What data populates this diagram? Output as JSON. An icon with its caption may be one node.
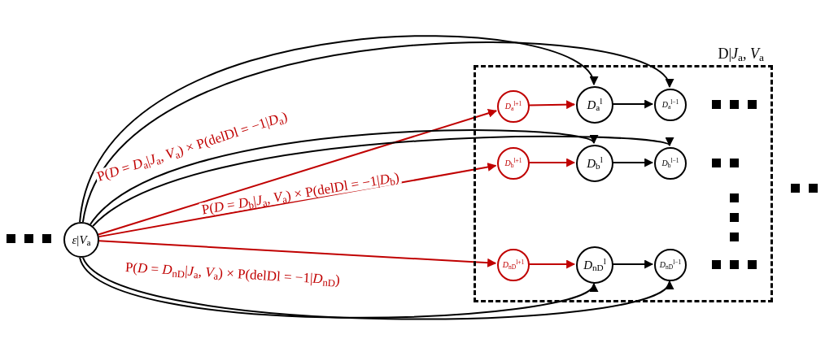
{
  "diagram": {
    "nodes": [
      {
        "text": [
          "D|*J*$_{a}$, *V*$_{a}$"
        ]
      },
      {
        "text": [
          "*ε*|*V*$_{a}$"
        ]
      },
      {
        "text": [
          "*D*$_{a}$$^{l+1}$"
        ],
        "in": 0
      },
      {
        "text": [
          "*D*$_{a}$$^{l}$"
        ],
        "in": 0
      },
      {
        "text": [
          "*D*$_{a}$$^{l−1}$"
        ],
        "in": 0
      },
      {
        "text": [
          "*D*$_{b}$$^{l+1}$"
        ],
        "in": 0
      },
      {
        "text": [
          "*D*$_{b}$$^{l}$"
        ],
        "in": 0
      },
      {
        "text": [
          "*D*$_{b}$$^{l−1}$"
        ],
        "in": 0
      },
      {
        "text": [
          "*D*$_{n}$$_{D}$$^{l+1}$"
        ],
        "in": 0
      },
      {
        "text": [
          "*D*$_{n}$$_{D}$$^{l}$"
        ],
        "in": 0
      },
      {
        "text": [
          "*D*$_{n}$$_{D}$$^{l−1}$"
        ],
        "in": 0
      }
    ],
    "edges": [
      {
        "from": 1,
        "to": 2,
        "arrow": "to",
        "label": "P(*D* = *D*$_{a}$|*J*$_{a}$, *V*$_{a}$) × P(delDl = −1|*D*$_{a}$)",
        "color": "#c00000"
      },
      {
        "from": 1,
        "to": 5,
        "arrow": "to",
        "label": "P(*D* = *D*$_{b}$|*J*$_{a}$, *V*$_{a}$) × P(delDl = −1|*D*$_{b}$)",
        "color": "#c00000"
      },
      {
        "from": 1,
        "to": 8,
        "arrow": "to",
        "label": "P(*D* = *D*$_{n}$$_{D}$|*J*$_{a}$, *V*$_{a}$) × P(delDl = −1|*D*$_{n}$$_{D}$)",
        "color": "#c00000"
      },
      {
        "from": 2,
        "to": 3,
        "arrow": "to",
        "color": "#c00000"
      },
      {
        "from": 3,
        "to": 4,
        "arrow": "to"
      },
      {
        "from": 5,
        "to": 6,
        "arrow": "to",
        "color": "#c00000"
      },
      {
        "from": 6,
        "to": 7,
        "arrow": "to"
      },
      {
        "from": 8,
        "to": 9,
        "arrow": "to",
        "color": "#c00000"
      },
      {
        "from": 9,
        "to": 10,
        "arrow": "to"
      },
      {
        "from": 1,
        "to": 3,
        "arrow": "to"
      },
      {
        "from": 1,
        "to": 4,
        "arrow": "to"
      },
      {
        "from": 1,
        "to": 6,
        "arrow": "to"
      },
      {
        "from": 1,
        "to": 7,
        "arrow": "to"
      },
      {
        "from": 1,
        "to": 9,
        "arrow": "to"
      },
      {
        "from": 1,
        "to": 10,
        "arrow": "to"
      }
    ]
  }
}
